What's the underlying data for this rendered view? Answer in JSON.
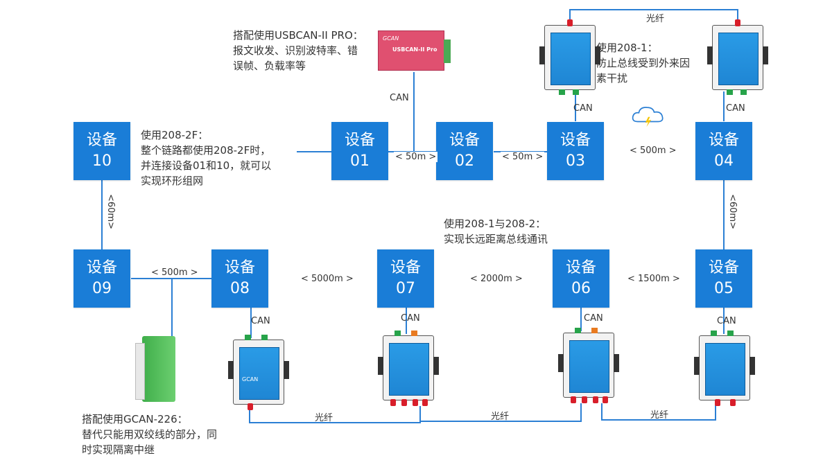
{
  "devices": [
    {
      "name": "设备",
      "id": "10"
    },
    {
      "name": "设备",
      "id": "01"
    },
    {
      "name": "设备",
      "id": "02"
    },
    {
      "name": "设备",
      "id": "03"
    },
    {
      "name": "设备",
      "id": "04"
    },
    {
      "name": "设备",
      "id": "09"
    },
    {
      "name": "设备",
      "id": "08"
    },
    {
      "name": "设备",
      "id": "07"
    },
    {
      "name": "设备",
      "id": "06"
    },
    {
      "name": "设备",
      "id": "05"
    }
  ],
  "distances": {
    "d01_02": "< 50m >",
    "d02_03": "< 50m >",
    "d03_04": "< 500m >",
    "d09_08": "< 500m >",
    "d08_07": "< 5000m >",
    "d07_06": "< 2000m >",
    "d06_05": "< 1500m >",
    "d10_09": "<60m>",
    "d04_05": "<60m>"
  },
  "can_labels": {
    "usb": "CAN",
    "dev03": "CAN",
    "dev04": "CAN",
    "dev08": "CAN",
    "dev07": "CAN",
    "dev06": "CAN",
    "dev05": "CAN"
  },
  "fiber_labels": {
    "top": "光纤",
    "b1": "光纤",
    "b2": "光纤",
    "b3": "光纤"
  },
  "notes": {
    "usbcan": "搭配使用USBCAN-II PRO：\n报文收发、识别波特率、错\n误帧、负载率等",
    "n208_1": "使用208-1：\n防止总线受到外来因\n素干扰",
    "n208_2f": "使用208-2F：\n整个链路都使用208-2F时，\n并连接设备01和10，就可以\n实现环形组网",
    "n208_12": "使用208-1与208-2：\n实现长远距离总线通讯",
    "gcan": "搭配使用GCAN-226：\n替代只能用双绞线的部分，同\n时实现隔离中继"
  },
  "products": {
    "usbcan_label": "USBCAN-II Pro",
    "usbcan_logo": "GCAN",
    "converter_brand": "GCAN"
  },
  "colors": {
    "device_blue": "#1a7dd7",
    "wire_blue": "#2b7fd4",
    "can_red": "#d81e2a",
    "usbcan_pink": "#e05070",
    "gcan_green": "#3fae4a"
  },
  "icons": [
    "cloud-lightning-icon"
  ]
}
